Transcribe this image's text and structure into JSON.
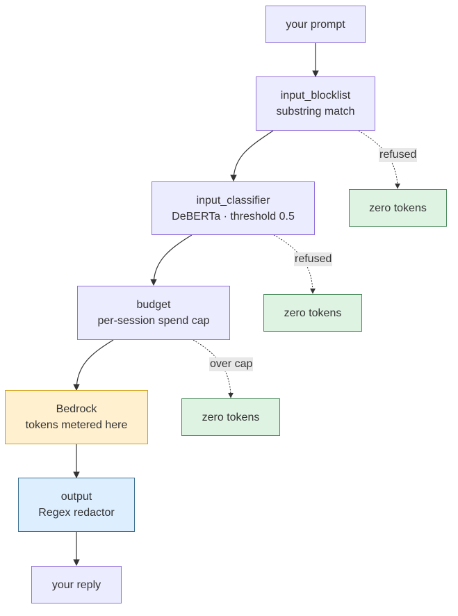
{
  "nodes": {
    "prompt": {
      "line1": "your prompt"
    },
    "blocklist": {
      "line1": "input_blocklist",
      "line2": "substring match"
    },
    "classifier": {
      "line1": "input_classifier",
      "line2": "DeBERTa · threshold 0.5"
    },
    "budget": {
      "line1": "budget",
      "line2": "per-session spend cap"
    },
    "bedrock": {
      "line1": "Bedrock",
      "line2": "tokens metered here"
    },
    "output": {
      "line1": "output",
      "line2": "Regex redactor"
    },
    "reply": {
      "line1": "your reply"
    },
    "zero1": {
      "line1": "zero tokens"
    },
    "zero2": {
      "line1": "zero tokens"
    },
    "zero3": {
      "line1": "zero tokens"
    }
  },
  "edge_labels": {
    "blocklist_refused": "refused",
    "classifier_refused": "refused",
    "budget_over_cap": "over cap"
  },
  "colors": {
    "process_fill": "#ececff",
    "process_border": "#9370db",
    "terminal_fill": "#dff3e3",
    "terminal_border": "#4a8a5c",
    "metered_fill": "#fff0cf",
    "metered_border": "#d4a017",
    "output_fill": "#ddeeff",
    "output_border": "#3d6f8f",
    "edge_color": "#333333"
  }
}
